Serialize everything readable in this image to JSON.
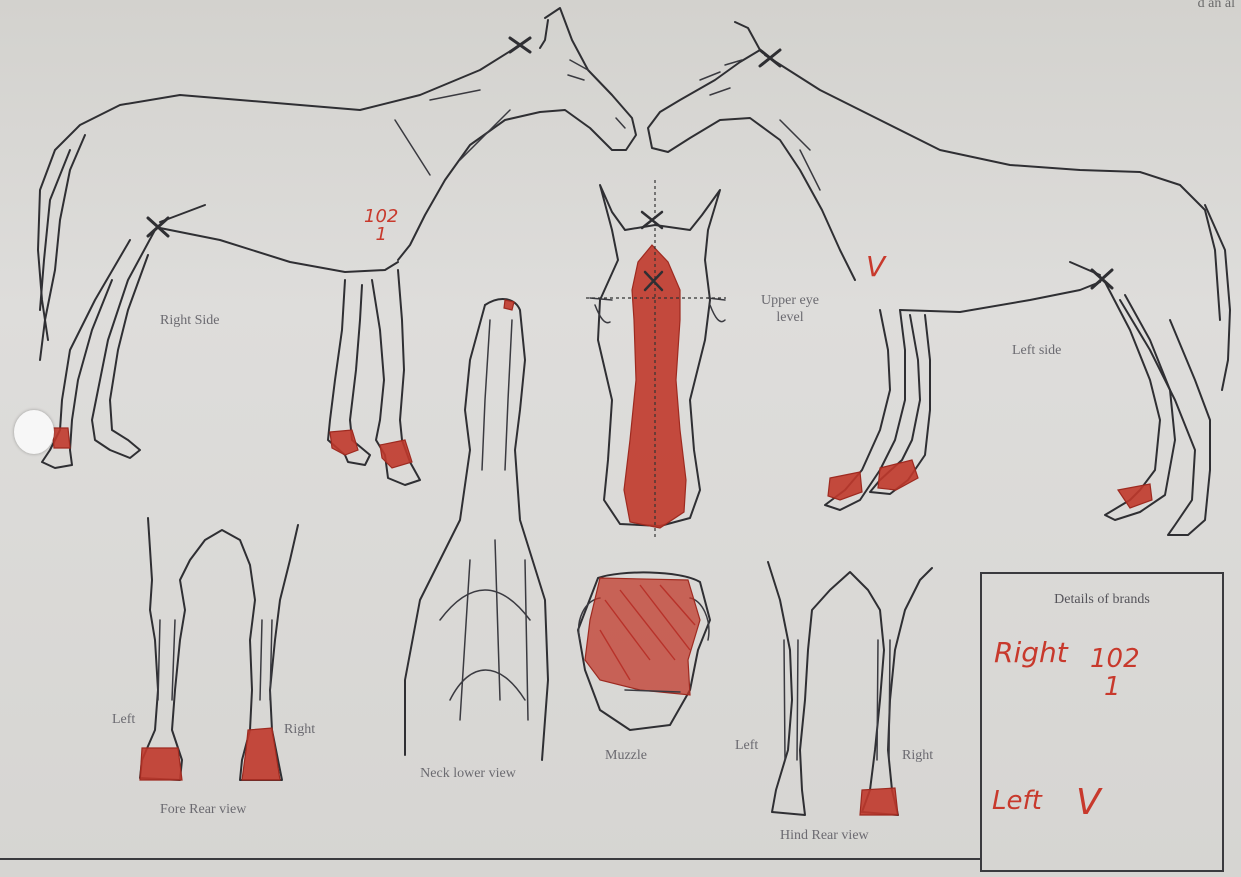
{
  "corner_text": "d an al",
  "labels": {
    "right_side": "Right Side",
    "left_side": "Left side",
    "upper_eye_level": "Upper eye level",
    "fore_left": "Left",
    "fore_right": "Right",
    "fore_rear_view": "Fore Rear view",
    "neck_lower_view": "Neck lower view",
    "muzzle": "Muzzle",
    "hind_left": "Left",
    "hind_right": "Right",
    "hind_rear_view": "Hind Rear view"
  },
  "handwriting": {
    "right_side_brand": "102\n1",
    "left_side_brand": "V"
  },
  "brands": {
    "title": "Details of brands",
    "right_label": "Right",
    "right_value_top": "102",
    "right_value_bottom": "1",
    "left_label": "Left",
    "left_value": "V"
  },
  "colors": {
    "ink": "#2f2f33",
    "marking_red": "#c0392b",
    "paper": "#d9d8d4"
  }
}
